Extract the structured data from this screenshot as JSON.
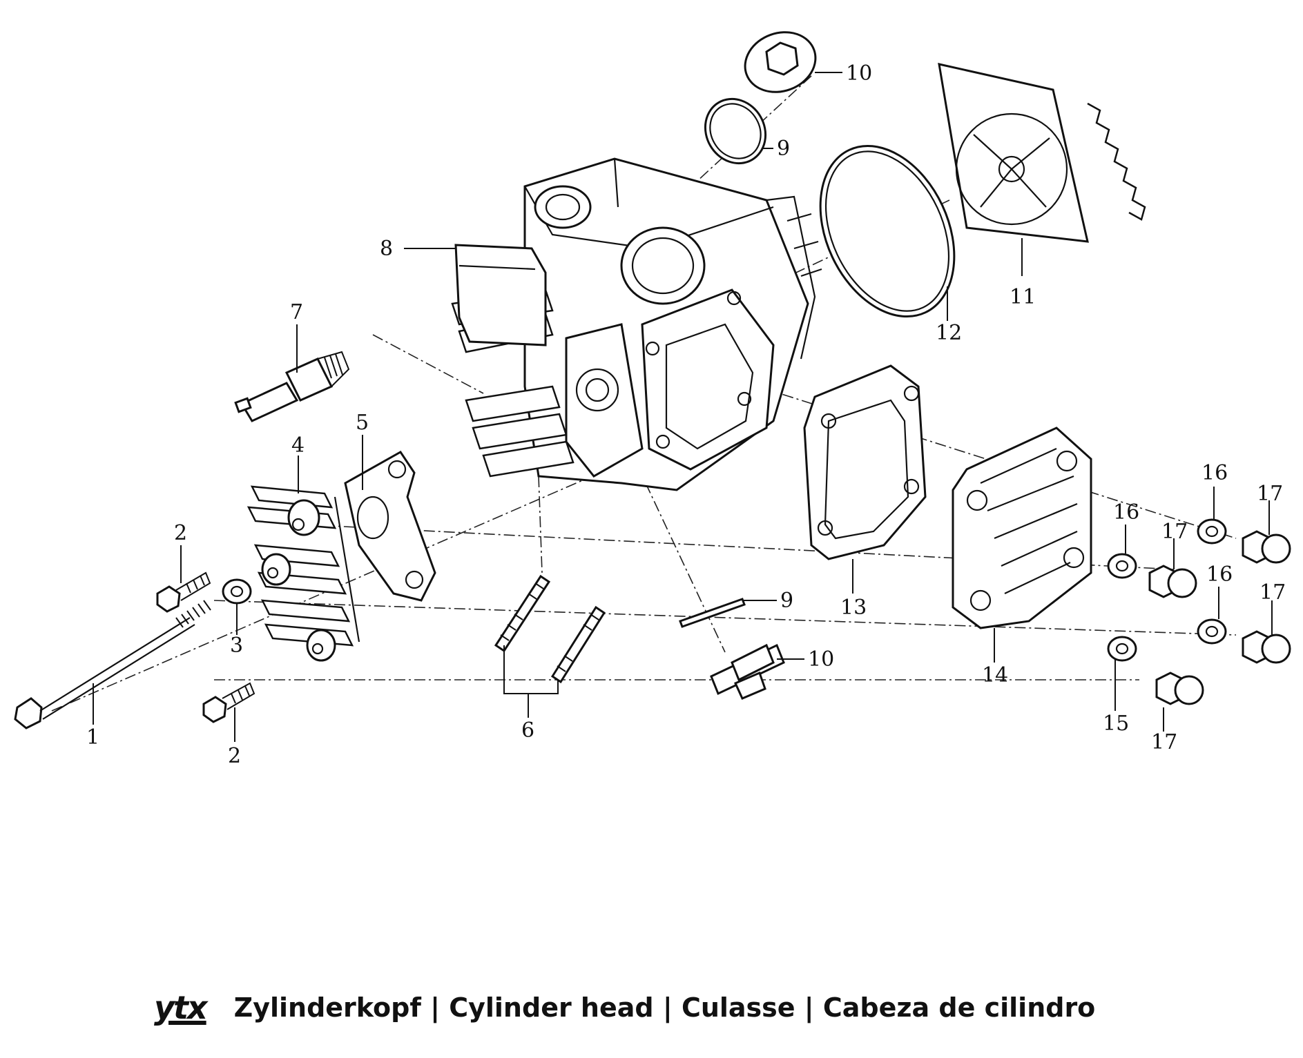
{
  "diagram": {
    "callouts": {
      "c1": "1",
      "c2a": "2",
      "c2b": "2",
      "c3": "3",
      "c4": "4",
      "c5": "5",
      "c6": "6",
      "c7": "7",
      "c8": "8",
      "c9a": "9",
      "c9b": "9",
      "c10a": "10",
      "c10b": "10",
      "c11": "11",
      "c12": "12",
      "c13": "13",
      "c14": "14",
      "c15": "15",
      "c16a": "16",
      "c16b": "16",
      "c16c": "16",
      "c17a": "17",
      "c17b": "17",
      "c17c": "17",
      "c17d": "17"
    }
  },
  "footer": {
    "logo": "ytx",
    "caption": "Zylinderkopf  |  Cylinder head  |  Culasse  |  Cabeza de cilindro"
  }
}
